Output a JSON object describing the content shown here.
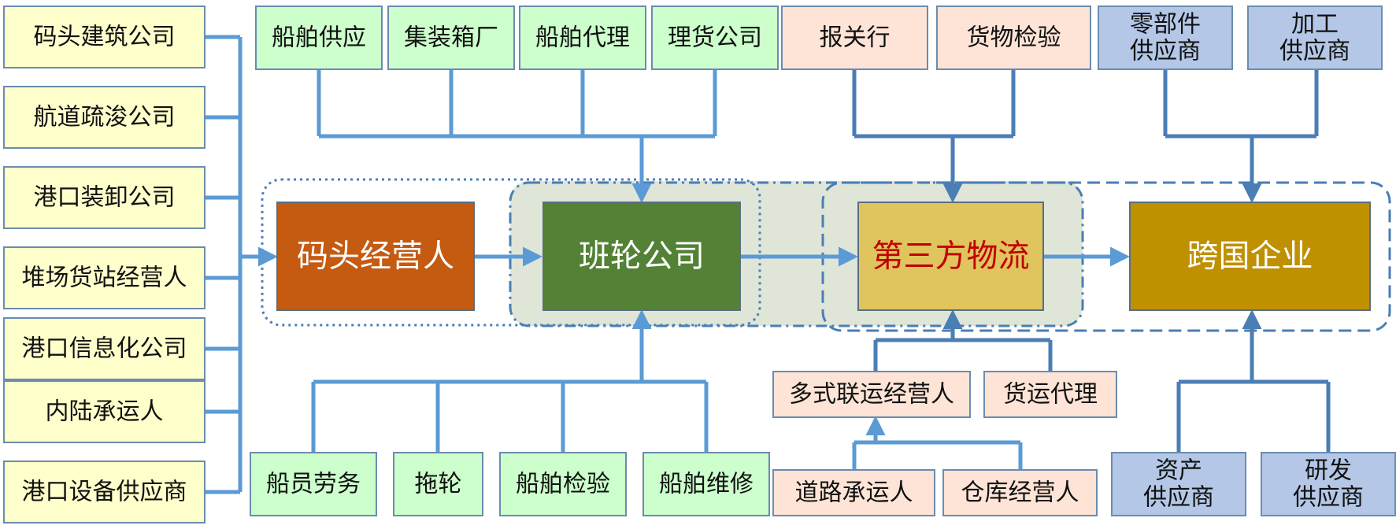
{
  "colors": {
    "line": "#5b9bd5",
    "line_dark": "#4a7eb5",
    "yellow_fill": "#ffffcc",
    "green_fill": "#ccffcc",
    "peach_fill": "#fde4d6",
    "blue_fill": "#b4c7e7",
    "border": "#6a8caf",
    "region_fill": "#dfe6d8",
    "terminal_operator": "#c55a11",
    "shipping_line": "#538135",
    "third_party": "#e0c45e",
    "multinational": "#bf9000",
    "third_party_text": "#c00000"
  },
  "left_column": [
    "码头建筑公司",
    "航道疏浚公司",
    "港口装卸公司",
    "堆场货站经营人",
    "港口信息化公司",
    "内陆承运人",
    "港口设备供应商"
  ],
  "top_green": [
    "船舶供应",
    "集装箱厂",
    "船舶代理",
    "理货公司"
  ],
  "top_peach": [
    "报关行",
    "货物检验"
  ],
  "top_blue": [
    "零部件\n供应商",
    "加工\n供应商"
  ],
  "main": [
    "码头经营人",
    "班轮公司",
    "第三方物流",
    "跨国企业"
  ],
  "bottom_green": [
    "船员劳务",
    "拖轮",
    "船舶检验",
    "船舶维修"
  ],
  "mid_peach": [
    "多式联运经营人",
    "货运代理"
  ],
  "bottom_peach": [
    "道路承运人",
    "仓库经营人"
  ],
  "bottom_blue": [
    "资产\n供应商",
    "研发\n供应商"
  ]
}
